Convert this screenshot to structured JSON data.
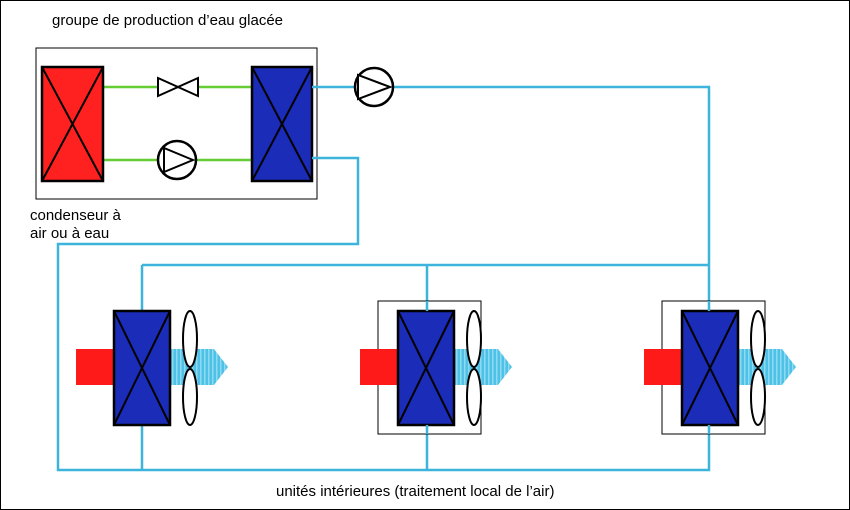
{
  "labels": {
    "title": "groupe de production d’eau glacée",
    "condenser_line1": "condenseur à",
    "condenser_line2": "air ou à eau",
    "indoor_units": "unités intérieures (traitement local de l’air)"
  },
  "colors": {
    "pipe_water": "#3cb4dc",
    "pipe_refrigerant": "#66cc33",
    "condenser": "#ff2020",
    "evaporator": "#1a2cb8",
    "warm_air": "#ff1a1a",
    "cool_air": "#4ec1e6",
    "outline": "#000000"
  },
  "icons": {
    "expansion_valve": "bowtie-valve-icon",
    "pump": "pump-triangle-icon",
    "fan": "propeller-fan-icon",
    "coil": "heat-exchanger-cross-icon"
  }
}
